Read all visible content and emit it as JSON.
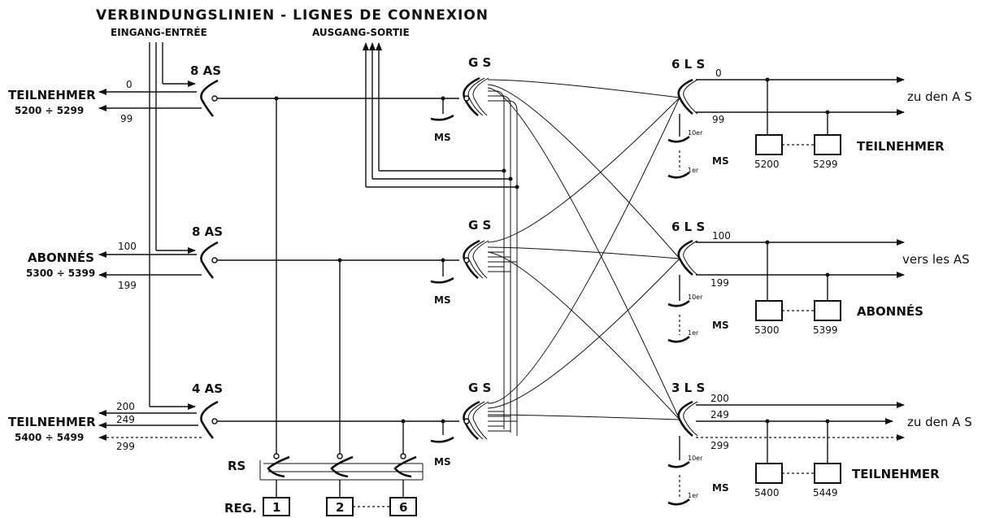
{
  "header": {
    "title": "VERBINDUNGSLINIEN - LIGNES DE CONNEXION",
    "input": "EINGANG-ENTRÉE",
    "output": "AUSGANG-SORTIE"
  },
  "left_groups": [
    {
      "name": "TEILNEHMER",
      "range": "5200 ÷ 5299",
      "first": "0",
      "last": "99",
      "extra": ""
    },
    {
      "name": "ABONNÉS",
      "range": "5300 ÷ 5399",
      "first": "100",
      "last": "199",
      "extra": ""
    },
    {
      "name": "TEILNEHMER",
      "range": "5400 ÷ 5499",
      "first": "200",
      "last": "299",
      "extra": "249"
    }
  ],
  "as_labels": [
    "8 AS",
    "8 AS",
    "4 AS"
  ],
  "gs_label": "G S",
  "ms_label": "MS",
  "ls_labels": [
    "6 L S",
    "6 L S",
    "3 L S"
  ],
  "ls_ranges": [
    {
      "first": "0",
      "last": "99",
      "extra": ""
    },
    {
      "first": "100",
      "last": "199",
      "extra": ""
    },
    {
      "first": "200",
      "last": "299",
      "extra": "249"
    }
  ],
  "tens": "10er",
  "ones": "1er",
  "right_dest": [
    "zu den A S",
    "vers les AS",
    "zu den A S"
  ],
  "subscriber_groups": [
    {
      "name": "TEILNEHMER",
      "first": "5200",
      "last": "5299"
    },
    {
      "name": "ABONNÉS",
      "first": "5300",
      "last": "5399"
    },
    {
      "name": "TEILNEHMER",
      "first": "5400",
      "last": "5449"
    }
  ],
  "rs_label": "RS",
  "reg_label": "REG.",
  "registers": [
    "1",
    "2",
    "6"
  ]
}
